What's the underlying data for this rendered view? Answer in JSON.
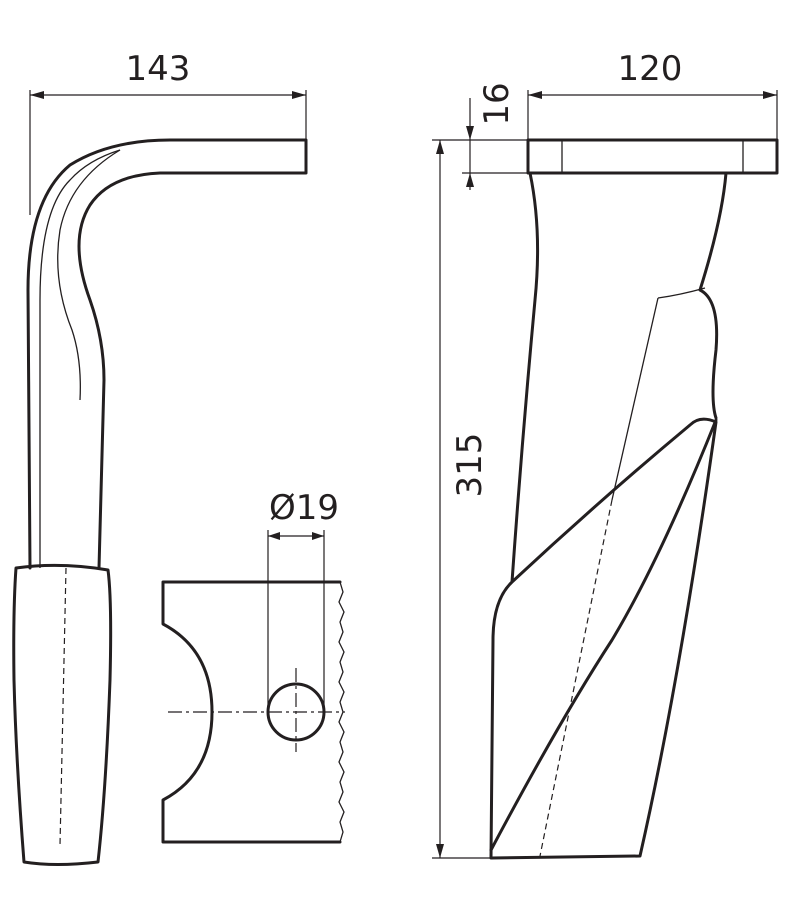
{
  "dimensions": {
    "width_side_view": "143",
    "height_total": "315",
    "flange_thickness": "16",
    "flange_width": "120",
    "hole_diameter": "Ø19"
  }
}
